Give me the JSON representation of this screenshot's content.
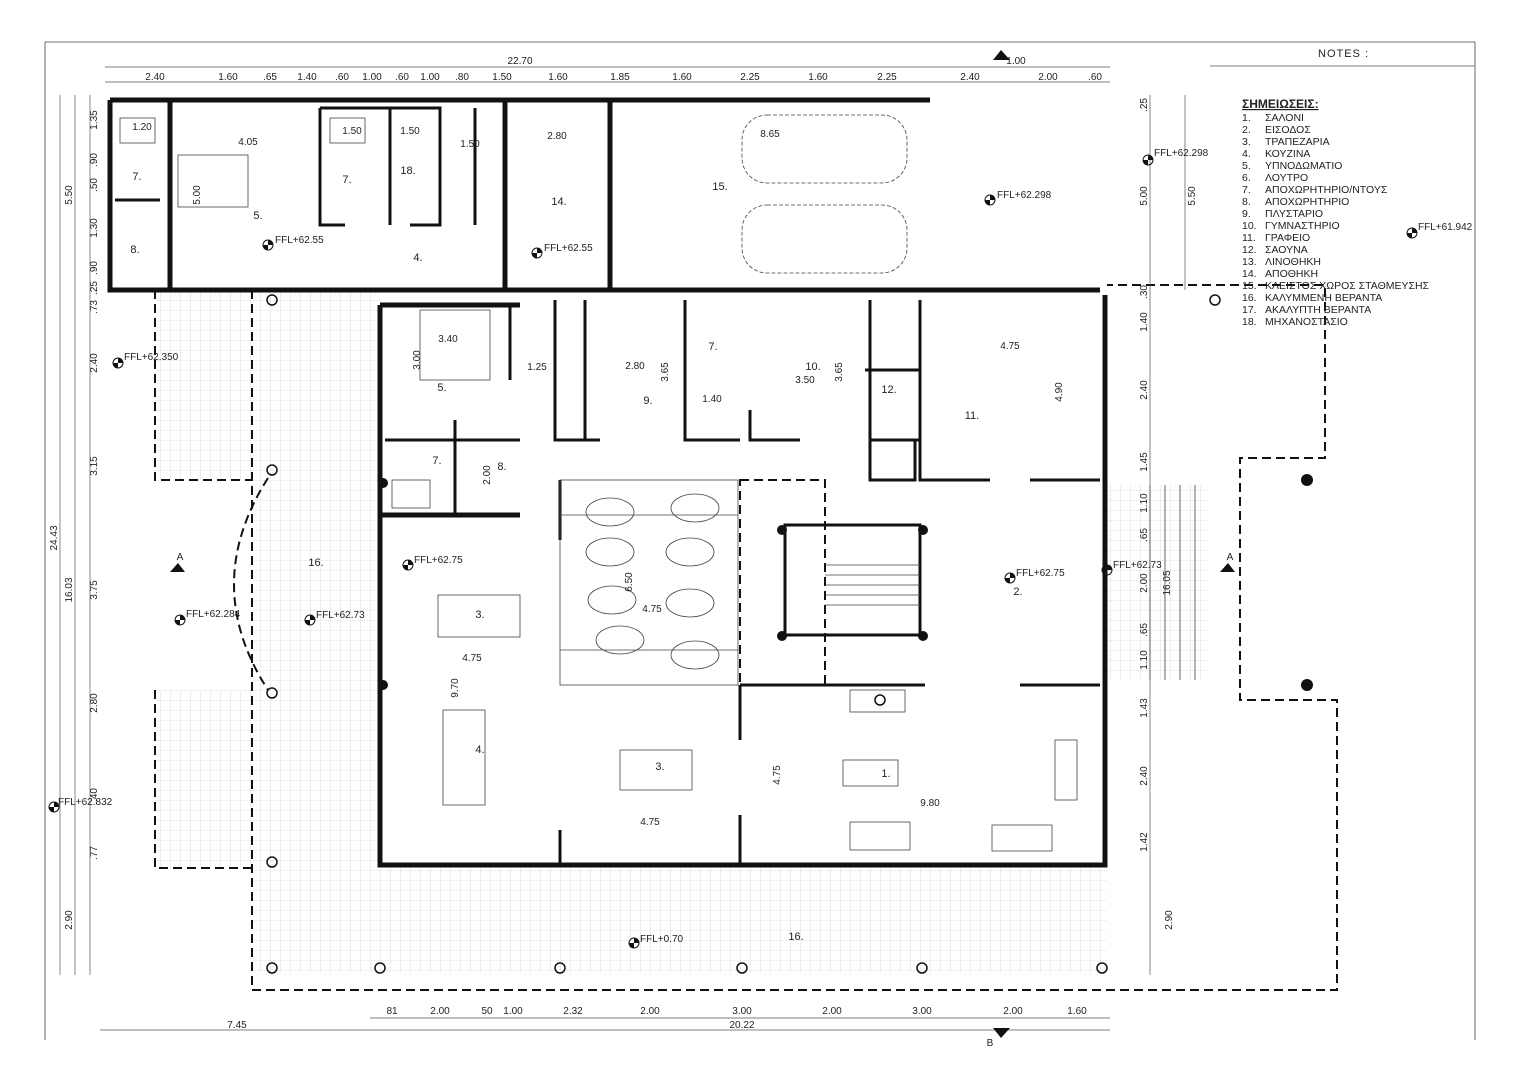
{
  "notes_label": "NOTES :",
  "legend": {
    "title": "ΣΗΜΕΙΩΣΕΙΣ:",
    "items": [
      {
        "num": "1.",
        "label": "ΣΑΛΟΝΙ"
      },
      {
        "num": "2.",
        "label": "ΕΙΣΟΔΟΣ"
      },
      {
        "num": "3.",
        "label": "ΤΡΑΠΕΖΑΡΙΑ"
      },
      {
        "num": "4.",
        "label": "ΚΟΥΖΙΝΑ"
      },
      {
        "num": "5.",
        "label": "ΥΠΝΟΔΩΜΑΤΙΟ"
      },
      {
        "num": "6.",
        "label": "ΛΟΥΤΡΟ"
      },
      {
        "num": "7.",
        "label": "ΑΠΟΧΩΡΗΤΗΡΙΟ/ΝΤΟΥΣ"
      },
      {
        "num": "8.",
        "label": "ΑΠΟΧΩΡΗΤΗΡΙΟ"
      },
      {
        "num": "9.",
        "label": "ΠΛΥΣΤΑΡΙΟ"
      },
      {
        "num": "10.",
        "label": "ΓΥΜΝΑΣΤΗΡΙΟ"
      },
      {
        "num": "11.",
        "label": "ΓΡΑΦΕΙΟ"
      },
      {
        "num": "12.",
        "label": "ΣΑΟΥΝΑ"
      },
      {
        "num": "13.",
        "label": "ΛΙΝΟΘΗΚΗ"
      },
      {
        "num": "14.",
        "label": "ΑΠΟΘΗΚΗ"
      },
      {
        "num": "15.",
        "label": "ΚΛΕΙΣΤΟΣ ΧΩΡΟΣ ΣΤΑΘΜΕΥΣΗΣ"
      },
      {
        "num": "16.",
        "label": "ΚΑΛΥΜΜΕΝΗ ΒΕΡΑΝΤΑ"
      },
      {
        "num": "17.",
        "label": "ΑΚΑΛΥΠΤΗ ΒΕΡΑΝΤΑ"
      },
      {
        "num": "18.",
        "label": "ΜΗΧΑΝΟΣΤΑΣΙΟ"
      }
    ]
  },
  "dimensions": {
    "top_total": "22.70",
    "top_section": "1.00",
    "top_chain": [
      "2.40",
      "1.60",
      ".65",
      "1.40",
      ".60",
      "1.00",
      ".60",
      "1.00",
      ".80",
      "1.50",
      "1.60",
      "1.85",
      "1.60",
      "2.25",
      "1.60",
      "2.25",
      "2.40",
      "2.00",
      ".60"
    ],
    "left_total": "24.43",
    "left_sub": "16.03",
    "left_chain": [
      "1.35",
      ".90",
      ".50",
      "1.30",
      ".90",
      ".25",
      ".73",
      "2.40",
      "3.15",
      "3.75",
      "2.80",
      ".40",
      ".77",
      "2.90"
    ],
    "left_upper": "5.50",
    "right_chain": [
      ".25",
      "5.50",
      ".30",
      "1.40",
      "2.40",
      "1.45",
      "1.10",
      ".65",
      "2.00",
      ".65",
      "1.10",
      "1.43",
      "2.40",
      "1.42",
      "2.90"
    ],
    "right_upper": "5.00",
    "right_sub": "16.05",
    "bottom_chain": [
      "81",
      "2.00",
      "50",
      "1.00",
      "2.32",
      "2.00",
      "3.00",
      "2.00",
      "3.00",
      "2.00",
      "1.60"
    ],
    "bottom_left": "7.45",
    "bottom_total": "20.22",
    "inner": {
      "d_405": "4.05",
      "d_120": "1.20",
      "d_150a": "1.50",
      "d_150b": "1.50",
      "d_150c": "1.50",
      "d_280a": "2.80",
      "d_865": "8.65",
      "d_340": "3.40",
      "d_300": "3.00",
      "d_125": "1.25",
      "d_280b": "2.80",
      "d_365a": "3.65",
      "d_140": "1.40",
      "d_350": "3.50",
      "d_365b": "3.65",
      "d_475a": "4.75",
      "d_490": "4.90",
      "d_475b": "4.75",
      "d_970": "9.70",
      "d_475c": "4.75",
      "d_475d": "4.75",
      "d_980": "9.80",
      "d_475e": "4.75",
      "d_500": "5.00",
      "d_200": "2.00",
      "d_650": "6.50"
    }
  },
  "section_marks": {
    "a_left": "A",
    "a_right": "A",
    "b_bottom": "B"
  },
  "levels": {
    "l1": "FFL+62.55",
    "l2": "FFL+62.55",
    "l3": "FFL+62.298",
    "l4": "FFL+62.298",
    "l5": "FFL+61.942",
    "l6": "FFL+62.350",
    "l7": "FFL+62.75",
    "l8": "FFL+62.75",
    "l9": "FFL+62.73",
    "l10": "FFL+62.284",
    "l11": "FFL+62.73",
    "l12": "FFL+62.832",
    "l13": "FFL+0.70"
  },
  "rooms": {
    "r7a": "7.",
    "r8a": "8.",
    "r5a": "5.",
    "r7b": "7.",
    "r18": "18.",
    "r4a": "4.",
    "r14": "14.",
    "r15": "15.",
    "r5b": "5.",
    "r9": "9.",
    "r7c": "7.",
    "r10": "10.",
    "r12": "12.",
    "r11": "11.",
    "r7d": "7.",
    "r8b": "8.",
    "r16a": "16.",
    "r3a": "3.",
    "r4b": "4.",
    "r3b": "3.",
    "r1": "1.",
    "r2": "2.",
    "r16b": "16."
  }
}
